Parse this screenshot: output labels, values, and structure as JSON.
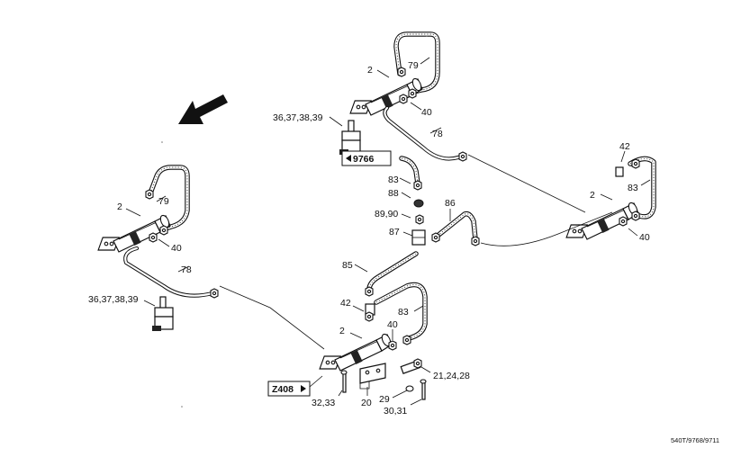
{
  "references": {
    "ref_top": "9766",
    "ref_bottom": "Z408"
  },
  "labels": {
    "a_2": "2",
    "a_79": "79",
    "a_40": "40",
    "a_78": "78",
    "a_36": "36,37,38,39",
    "b_2": "2",
    "b_79": "79",
    "b_40": "40",
    "b_78": "78",
    "b_36": "36,37,38,39",
    "c_42": "42",
    "c_2": "2",
    "c_83": "83",
    "c_40": "40",
    "d_83": "83",
    "d_88": "88",
    "d_8990": "89,90",
    "d_87": "87",
    "d_86": "86",
    "d_85": "85",
    "e_42": "42",
    "e_83": "83",
    "e_2": "2",
    "e_40": "40",
    "e_212428": "21,24,28",
    "e_3233": "32,33",
    "e_20": "20",
    "e_29": "29",
    "e_3031": "30,31"
  },
  "drawing_code": "540T/9768/9711",
  "icons": {
    "direction_arrow": "arrow-down-left-icon"
  }
}
